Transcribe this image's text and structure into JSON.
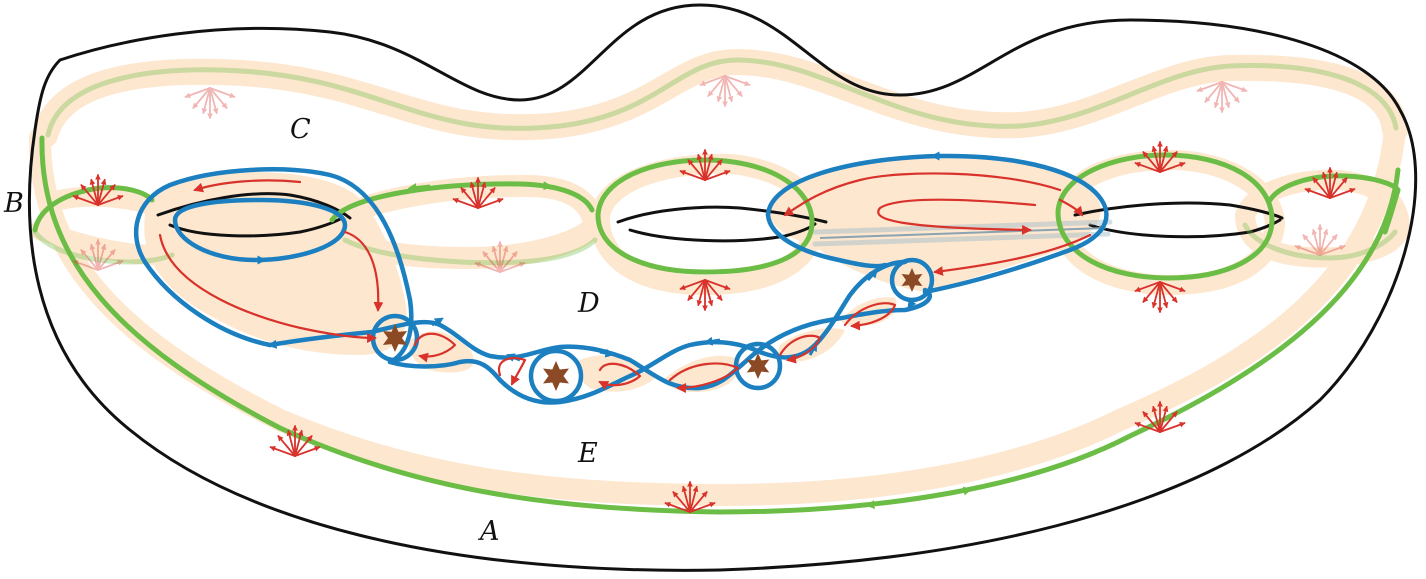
{
  "labels": {
    "a": "A",
    "b": "B",
    "c": "C",
    "d": "D",
    "e": "E"
  },
  "colors": {
    "outline": "#111111",
    "green": "#6cbd45",
    "blue": "#1b7fc0",
    "red": "#d8322b",
    "band": "#fde7cf",
    "star": "#8b4a24",
    "gray_band": "#9db9c8"
  },
  "icons": {
    "fixed_point": "six-pointed-star-icon",
    "arrow_spray": "arrow-fan-icon"
  }
}
